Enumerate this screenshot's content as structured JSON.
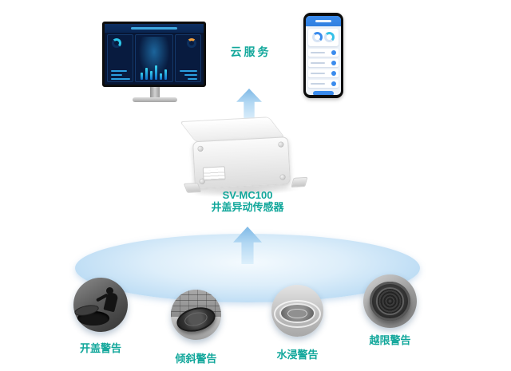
{
  "diagram": {
    "cloud_label": "云服务",
    "device": {
      "model": "SV-MC100",
      "name": "井盖异动传感器"
    },
    "warnings": [
      {
        "label": "开盖警告"
      },
      {
        "label": "倾斜警告"
      },
      {
        "label": "水浸警告"
      },
      {
        "label": "越限警告"
      }
    ],
    "colors": {
      "accent_teal": "#12a79b",
      "arrow_blue": "#7fb9e6",
      "ground_blue": "#bcdcf4"
    }
  }
}
